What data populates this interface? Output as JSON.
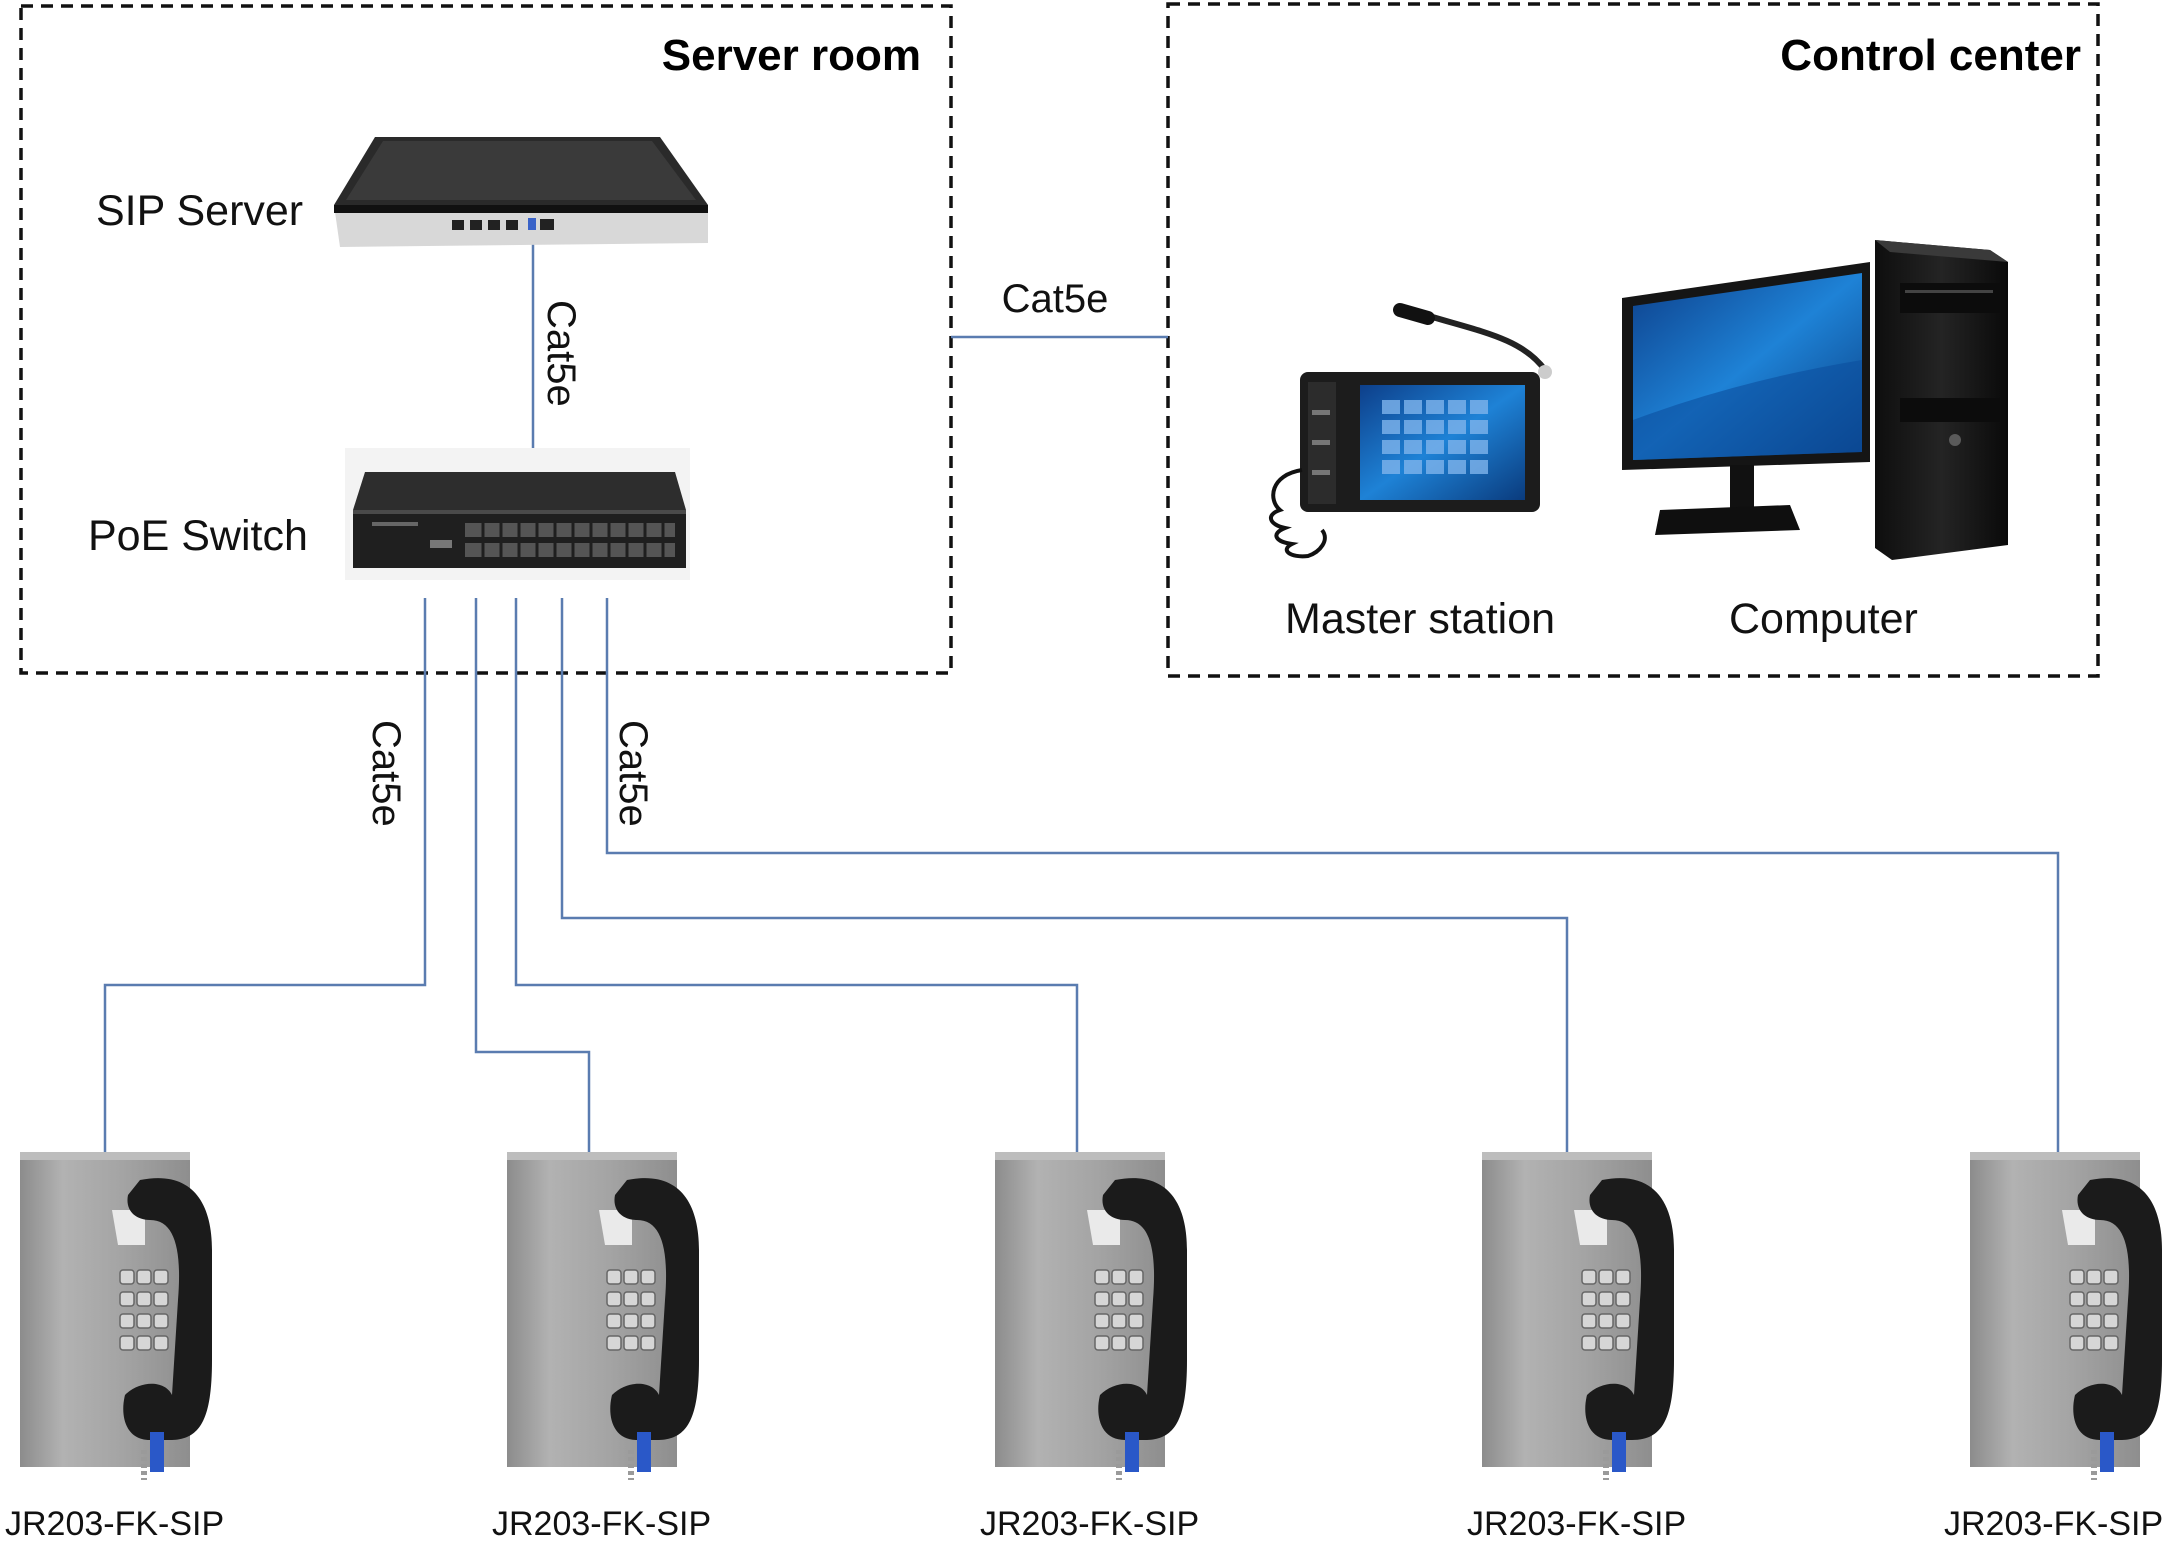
{
  "zones": {
    "server_room": "Server room",
    "control_center": "Control center"
  },
  "devices": {
    "sip_server": "SIP Server",
    "poe_switch": "PoE Switch",
    "master_station": "Master station",
    "computer": "Computer"
  },
  "cables": {
    "server_to_switch": "Cat5e",
    "room_to_center": "Cat5e",
    "switch_down_left": "Cat5e",
    "switch_down_right": "Cat5e"
  },
  "phones": [
    {
      "model": "JR203-FK-SIP"
    },
    {
      "model": "JR203-FK-SIP"
    },
    {
      "model": "JR203-FK-SIP"
    },
    {
      "model": "JR203-FK-SIP"
    },
    {
      "model": "JR203-FK-SIP"
    }
  ],
  "colors": {
    "wire": "#5a7cb0",
    "phone_body": "#a9a9a9",
    "handset": "#1b1b1b",
    "cord_plug": "#2a58c8",
    "monitor_screen": "#1e6fc4"
  }
}
